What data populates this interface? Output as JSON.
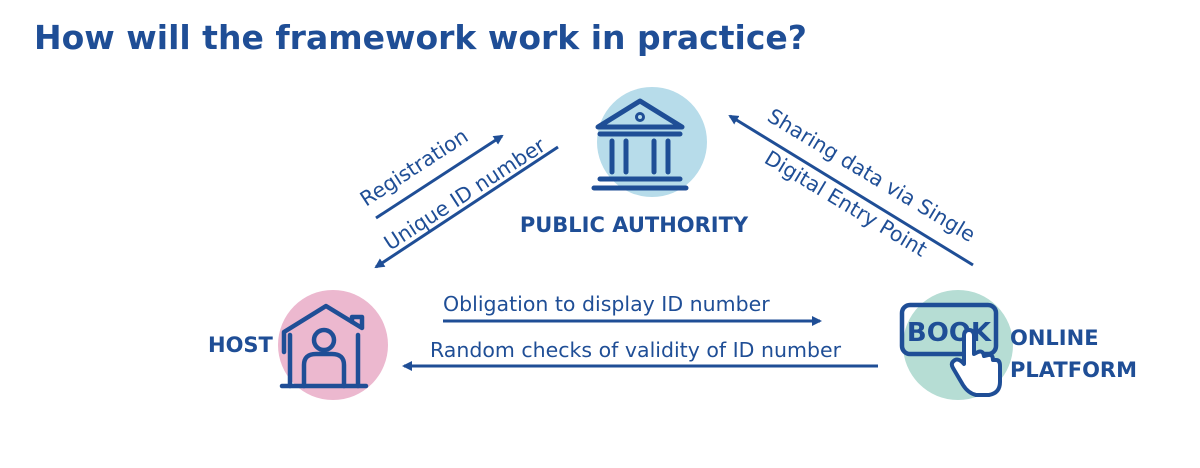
{
  "title": "How will the framework work in practice?",
  "colors": {
    "primary": "#1f4e96",
    "authority_circle": "#b7dcea",
    "host_circle": "#ecb8cf",
    "platform_circle": "#b6ddd4"
  },
  "nodes": {
    "authority": {
      "label": "PUBLIC AUTHORITY",
      "icon": "government-building-icon"
    },
    "host": {
      "label": "HOST",
      "icon": "house-person-icon"
    },
    "platform": {
      "label_line1": "ONLINE",
      "label_line2": "PLATFORM",
      "icon": "book-button-icon",
      "button_text": "BOOK"
    }
  },
  "flows": {
    "registration": "Registration",
    "unique_id": "Unique ID number",
    "sharing_line1": "Sharing data via Single",
    "sharing_line2": "Digital Entry Point",
    "obligation": "Obligation to display ID number",
    "random_checks": "Random checks of validity of ID number"
  }
}
